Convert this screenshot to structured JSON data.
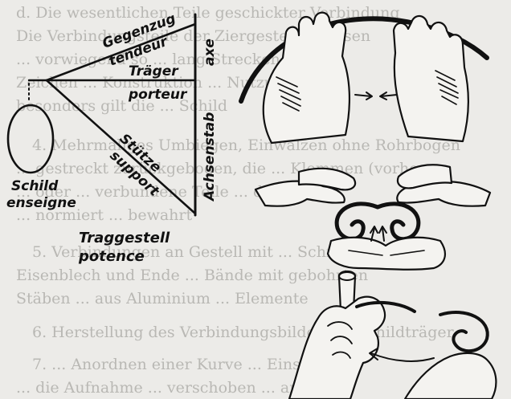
{
  "diagram": {
    "labels": {
      "gegenzug": "Gegenzug",
      "tendeur": "tendeur",
      "traeger": "Träger",
      "porteur": "porteur",
      "axe": "axe",
      "stuetze": "Stütze",
      "support": "support",
      "achsenstab": "Achsenstab",
      "schild": "Schild",
      "enseigne": "enseigne",
      "traggestell": "Traggestell",
      "potence": "potence"
    }
  },
  "background_text": [
    "d. Die wesentlichen Teile geschickter Verbindung",
    "Die Verbindungsteile der Ziergestelle müssen",
    "... vorwiegend so ... lang Strecken ... ohne",
    "Zeichen ... Konstruktion ... Nutzung",
    "besonders gilt die ... Schild",
    "4. Mehrmaliges Umbiegen, Einwalzen ohne Rohrbogen",
    "... gestreckt zurückgebogen, die ... Klemmen (vorher",
    "... oder ... verbundene Teile ... das Tragen",
    "... normiert ... bewahrt",
    "5. Verbindungen an Gestell mit ... Schrauben",
    "Eisenblech und Ende ... Bände mit gebohrten",
    "Stäben ... aus Aluminium ... Elemente",
    "6. Herstellung des Verbindungsbildes am Schildträger",
    "7. ... Anordnen einer Kurve ... Einstellen",
    "... die Aufnahme ... verschoben ... an"
  ]
}
